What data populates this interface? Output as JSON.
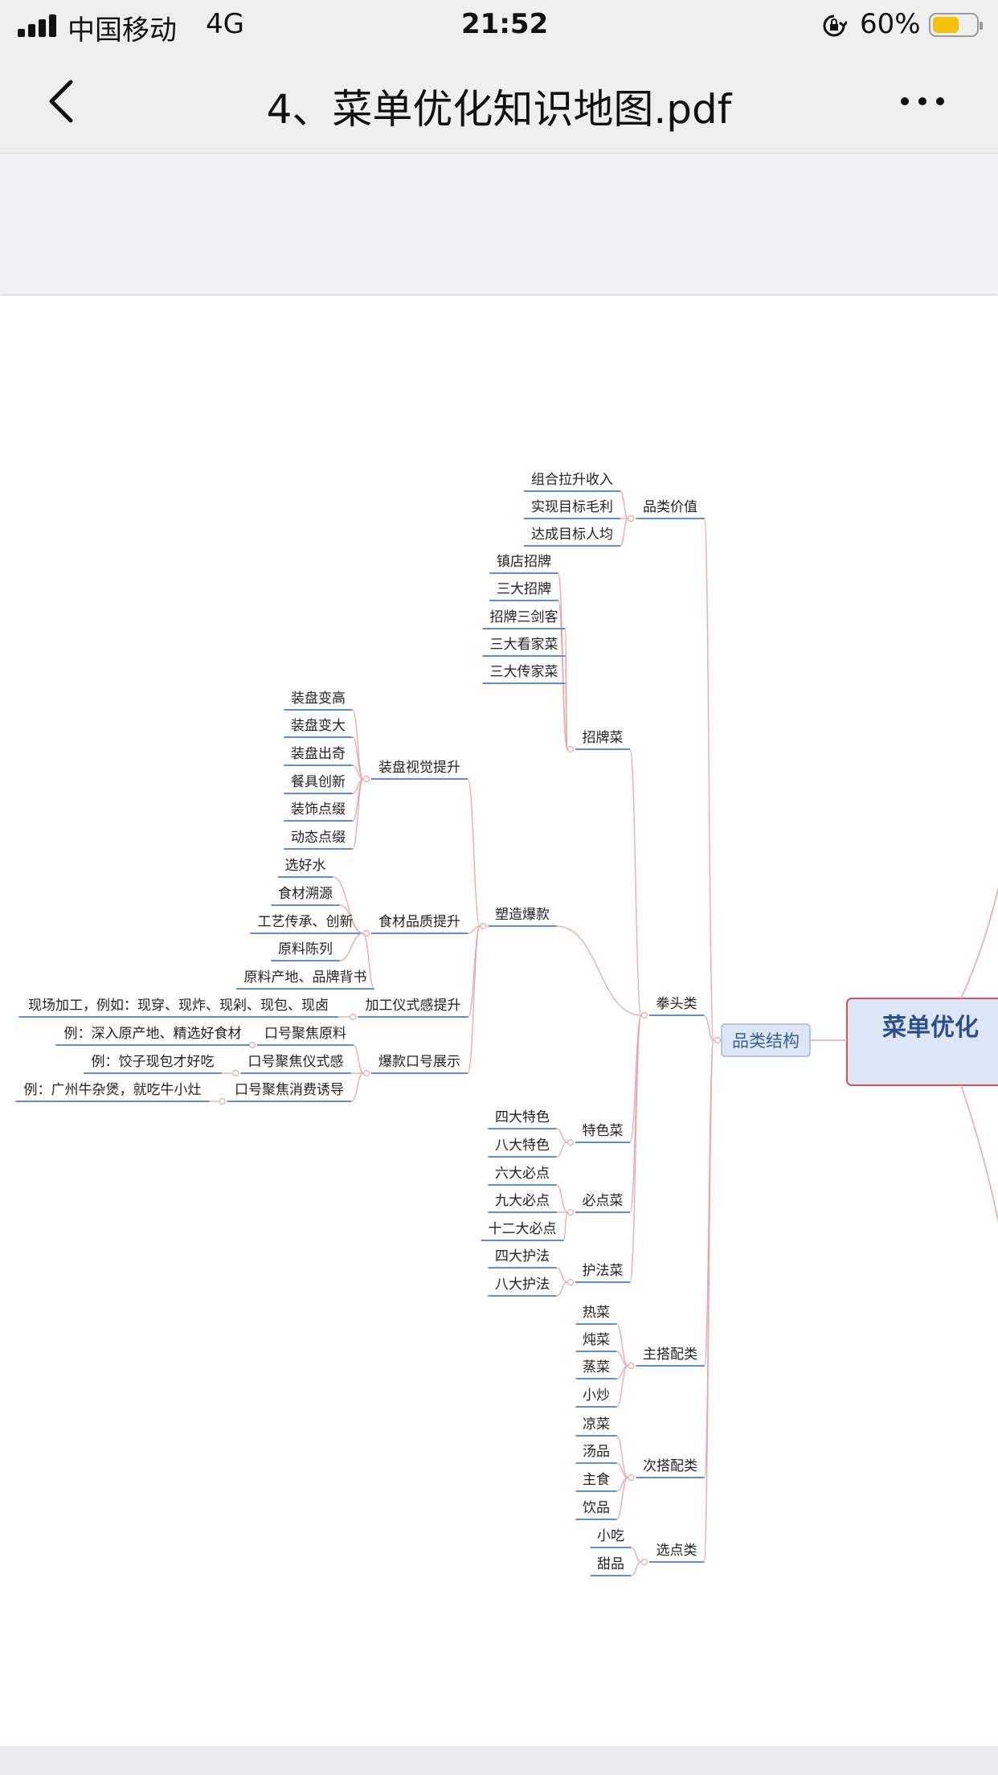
{
  "status_bar": {
    "carrier": "中国移动",
    "network": "4G",
    "time": "21:52",
    "battery_percent": "60%",
    "battery_level": 0.6,
    "battery_color": "#f4c20d"
  },
  "nav": {
    "title": "4、菜单优化知识地图.pdf",
    "back_icon": "chevron-left-icon",
    "more_icon": "ellipsis-icon"
  },
  "mindmap": {
    "root": "菜单优化",
    "structure": "品类结构",
    "value_group": {
      "label": "品类价值",
      "items": [
        "组合拉升收入",
        "实现目标毛利",
        "达成目标人均"
      ]
    },
    "fist_group": "拳头类",
    "signature": {
      "label": "招牌菜",
      "items": [
        "镇店招牌",
        "三大招牌",
        "招牌三剑客",
        "三大看家菜",
        "三大传家菜"
      ]
    },
    "hit": {
      "label": "塑造爆款",
      "plating": {
        "label": "装盘视觉提升",
        "items": [
          "装盘变高",
          "装盘变大",
          "装盘出奇",
          "餐具创新",
          "装饰点缀",
          "动态点缀"
        ]
      },
      "quality": {
        "label": "食材品质提升",
        "items": [
          "选好水",
          "食材溯源",
          "工艺传承、创新",
          "原料陈列",
          "原料产地、品牌背书"
        ]
      },
      "ritual": {
        "label": "加工仪式感提升",
        "example": "现场加工，例如：现穿、现炸、现剁、现包、现卤"
      },
      "slogan": {
        "label": "爆款口号展示",
        "rows": [
          {
            "example": "例：深入原产地、精选好食材",
            "label": "口号聚焦原料"
          },
          {
            "example": "例：饺子现包才好吃",
            "label": "口号聚焦仪式感"
          },
          {
            "example": "例：广州牛杂煲，就吃牛小灶",
            "label": "口号聚焦消费诱导"
          }
        ]
      }
    },
    "special": {
      "label": "特色菜",
      "items": [
        "四大特色",
        "八大特色"
      ]
    },
    "must": {
      "label": "必点菜",
      "items": [
        "六大必点",
        "九大必点",
        "十二大必点"
      ]
    },
    "protect": {
      "label": "护法菜",
      "items": [
        "四大护法",
        "八大护法"
      ]
    },
    "main_mix": {
      "label": "主搭配类",
      "items": [
        "热菜",
        "炖菜",
        "蒸菜",
        "小炒"
      ]
    },
    "secondary_mix": {
      "label": "次搭配类",
      "items": [
        "凉菜",
        "汤品",
        "主食",
        "饮品"
      ]
    },
    "optional": {
      "label": "选点类",
      "items": [
        "小吃",
        "甜品"
      ]
    },
    "colors": {
      "connector": "#e9a7a7",
      "underline": "#5b8fd6",
      "root_border": "#d9534f",
      "root_fill": "#dce6f5",
      "root_text": "#2b4f8a"
    }
  }
}
